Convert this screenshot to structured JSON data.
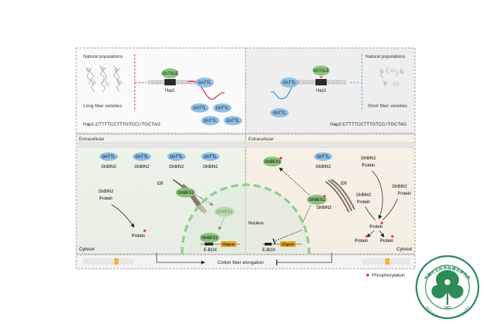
{
  "top_left": {
    "natural_populations": "Natural populations",
    "long_fiber": "Long fiber varieties",
    "gene_tale": "GhTALE",
    "gene_ttl": "GhTTL",
    "hap": "Hap1",
    "sequence_prefix": "Hap1:CTTTTCCTTTGTCC",
    "sequence_mut": "G",
    "sequence_suffix": "TGCTAG"
  },
  "top_right": {
    "natural_populations": "Natural populations",
    "short_fiber": "Short fiber varieties",
    "gene_tale": "GhTALE",
    "gene_ttl": "GhTTL",
    "hap": "Hap2",
    "sequence_prefix": "Hap2:CTTTTCCTTTGTCC",
    "sequence_mut": "A",
    "sequence_suffix": "TGCTAG"
  },
  "compartments": {
    "extracellular": "Extracellular",
    "cytosol": "Cytosol",
    "nucleus": "Nucleus",
    "er": "ER"
  },
  "proteins": {
    "ghttl": "GhTTL",
    "ghbin2": "GhBIN2",
    "ghbes1": "GhBES1",
    "protein": "Protein",
    "ebox": "E-BOX",
    "ghgene": "Ghgene"
  },
  "bottom": {
    "elongation": "Cotton fiber elongation",
    "phosphorylation": "Phosphorylation"
  },
  "logo": {
    "year": "1957",
    "ring_text": "中国农业科学院棉花研究所 · INSTITUTE OF COTTON RESEARCH OF CAAS"
  },
  "colors": {
    "green": "#8cc37c",
    "blue": "#8ec0e6",
    "orange": "#e5a325",
    "red_dot": "#e23a3a",
    "logo_green": "#2e8b57"
  }
}
